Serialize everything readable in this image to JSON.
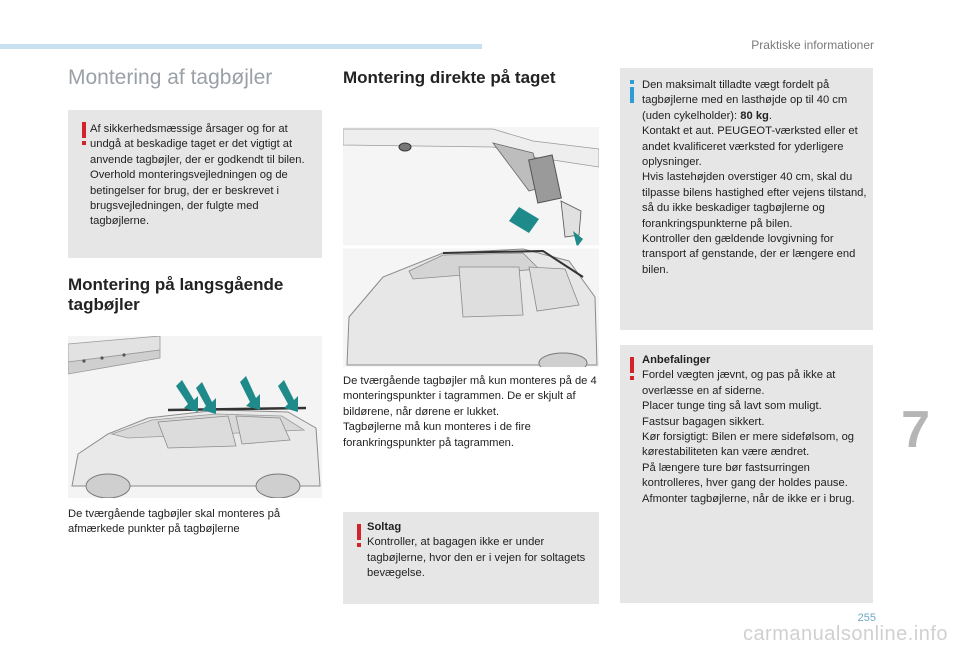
{
  "header": {
    "title": "Praktiske informationer",
    "page_number": "255",
    "chapter": "7"
  },
  "left": {
    "title": "Montering af tagbøjler",
    "warning": "Af sikkerhedsmæssige årsager og for at undgå at beskadige taget er det vigtigt at anvende tagbøjler, der er godkendt til bilen.\nOverhold monteringsvejledningen og de betingelser for brug, der er beskrevet i brugsvejledningen, der fulgte med tagbøjlerne.",
    "heading": "Montering på langsgående tagbøjler",
    "caption": "De tværgående tagbøjler skal monteres på afmærkede punkter på tagbøjlerne"
  },
  "middle": {
    "heading": "Montering direkte på taget",
    "body": "De tværgående tagbøjler må kun monteres på de 4 monteringspunkter i tagrammen. De er skjult af bildørene, når dørene er lukket.\nTagbøjlerne må kun monteres i de fire forankringspunkter på tagrammen.",
    "soltag_title": "Soltag",
    "soltag_text": "Kontroller, at bagagen ikke er under tagbøjlerne, hvor den er i vejen for soltagets bevægelse."
  },
  "right": {
    "info_before": "Den maksimalt tilladte vægt fordelt på tagbøjlerne med en lasthøjde op til 40 cm (uden cykelholder): ",
    "info_bold": "80 kg",
    "info_after": ".\nKontakt et aut. PEUGEOT-værksted eller et andet kvalificeret værksted for yderligere oplysninger.\nHvis lastehøjden overstiger 40 cm, skal du tilpasse bilens hastighed efter vejens tilstand, så du ikke beskadiger tagbøjlerne og forankringspunkterne på bilen.\nKontroller den gældende lovgivning for transport af genstande, der er længere end bilen.",
    "advice_title": "Anbefalinger",
    "advice_text": "Fordel vægten jævnt, og pas på ikke at overlæsse en af siderne.\nPlacer tunge ting så lavt som muligt.\nFastsur bagagen sikkert.\nKør forsigtigt: Bilen er mere sidefølsom, og kørestabiliteten kan være ændret.\nPå længere ture bør fastsurringen kontrolleres, hver gang der holdes pause.\nAfmonter tagbøjlerne, når de ikke er i brug."
  },
  "footer": {
    "watermark": "carmanualsonline.info"
  },
  "colors": {
    "warning": "#d2232a",
    "info": "#2d9bd6",
    "arrow": "#1f8a8a",
    "box": "#e6e6e6"
  }
}
